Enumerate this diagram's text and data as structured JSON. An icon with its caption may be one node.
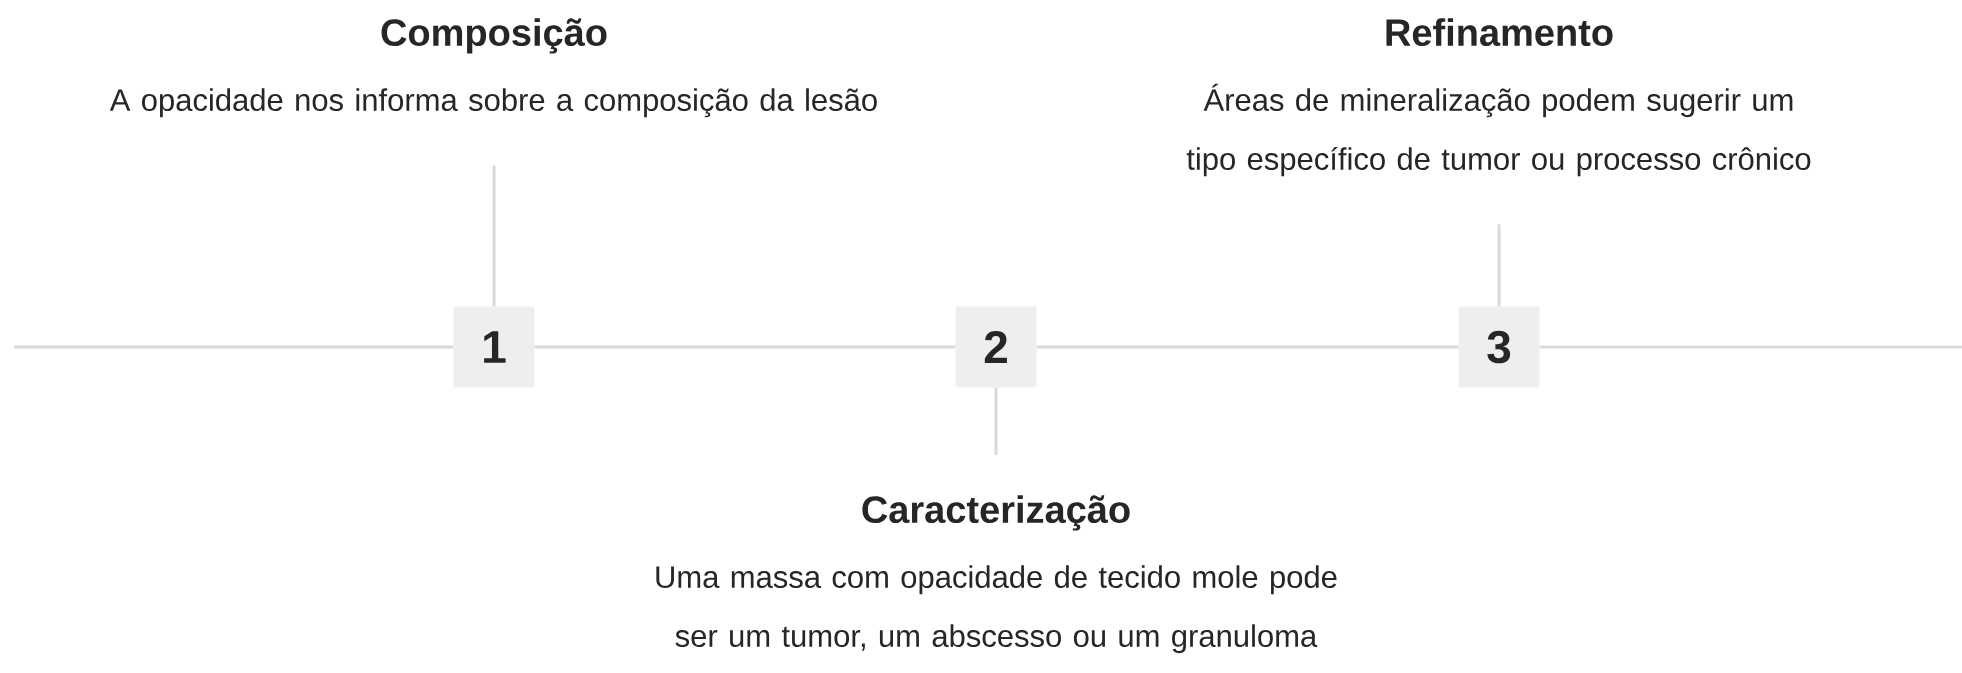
{
  "diagram": {
    "nodes": [
      {
        "text": [
          "Composição",
          "A opacidade nos informa sobre a composição da lesão"
        ]
      },
      {
        "text": [
          "1"
        ]
      },
      {
        "text": [
          "2"
        ]
      },
      {
        "text": [
          "Caracterização",
          "Uma massa com opacidade de tecido mole pode ser um tumor, um abscesso ou um granuloma"
        ]
      },
      {
        "text": [
          "3"
        ]
      },
      {
        "text": [
          "Refinamento",
          "Áreas de mineralização podem sugerir um tipo específico de tumor ou processo crônico"
        ]
      }
    ],
    "edges": [
      {
        "from": null,
        "to": 1,
        "arrow": "none"
      },
      {
        "from": 1,
        "to": 2,
        "arrow": "none"
      },
      {
        "from": 2,
        "to": 4,
        "arrow": "none"
      },
      {
        "from": 4,
        "to": null,
        "arrow": "none"
      },
      {
        "from": 0,
        "to": 1,
        "arrow": "none"
      },
      {
        "from": 2,
        "to": 3,
        "arrow": "none"
      },
      {
        "from": 5,
        "to": 4,
        "arrow": "none"
      }
    ]
  }
}
